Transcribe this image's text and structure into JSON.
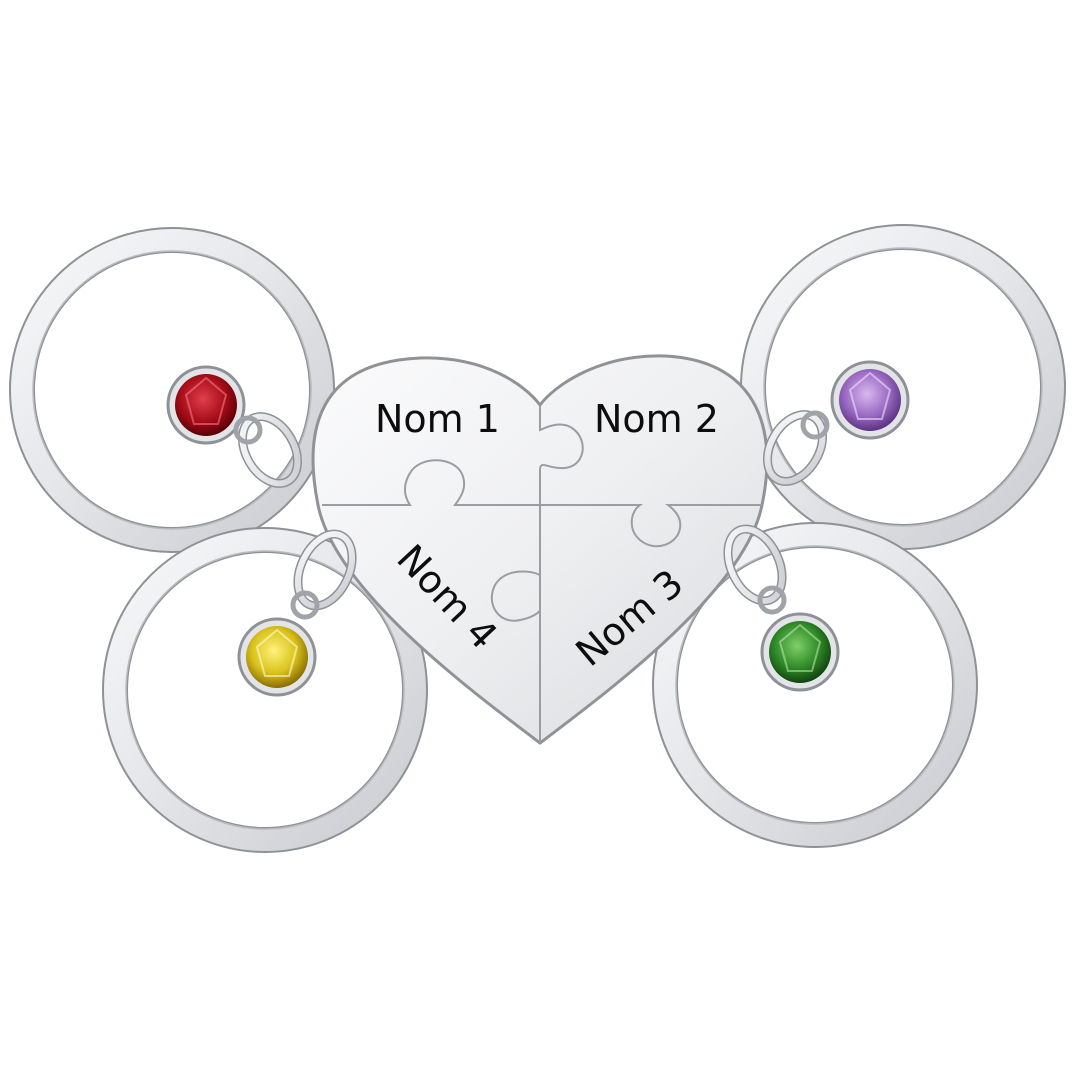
{
  "product": {
    "type": "puzzle heart keychain set",
    "material_color": "#d2d4d8",
    "pieces": [
      {
        "engraving": "Nom 1",
        "birthstone_color": "#b0101e"
      },
      {
        "engraving": "Nom 2",
        "birthstone_color": "#9a6ac2"
      },
      {
        "engraving": "Nom 3",
        "birthstone_color": "#2f8a28"
      },
      {
        "engraving": "Nom 4",
        "birthstone_color": "#d9c21a"
      }
    ]
  }
}
